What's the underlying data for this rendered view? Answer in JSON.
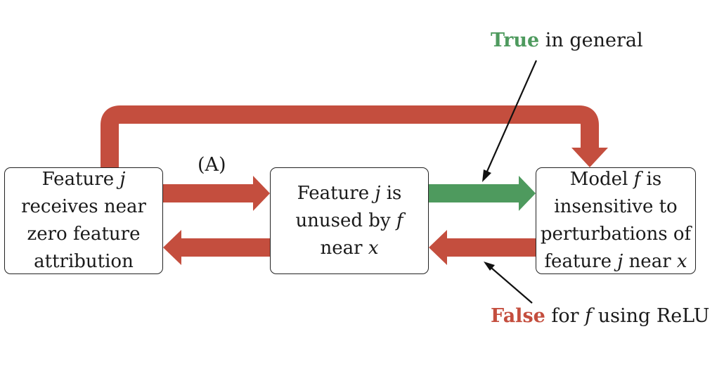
{
  "colors": {
    "red": "#c44e3e",
    "green": "#4e9a5e",
    "black": "#111111"
  },
  "boxes": {
    "a": {
      "line1": "Feature",
      "var1": "j",
      "line2": "receives near",
      "line3": "zero feature",
      "line4": "attribution"
    },
    "b": {
      "line1": "Feature",
      "var1": "j",
      "line1_end": "is",
      "line2": "unused by",
      "var2": "f",
      "line3": "near",
      "var3": "x"
    },
    "c": {
      "line1": "Model",
      "var1": "f",
      "line1_end": "is",
      "line2": "insensitive to",
      "line3": "perturbations of",
      "line4": "feature",
      "var4": "j",
      "line4_end": "near",
      "var4b": "x"
    }
  },
  "labels": {
    "a": "(A)"
  },
  "annotations": {
    "true": {
      "keyword": "True",
      "text": "in general"
    },
    "false": {
      "keyword": "False",
      "text": "for",
      "var": "f",
      "text_end": "using ReLU"
    }
  }
}
